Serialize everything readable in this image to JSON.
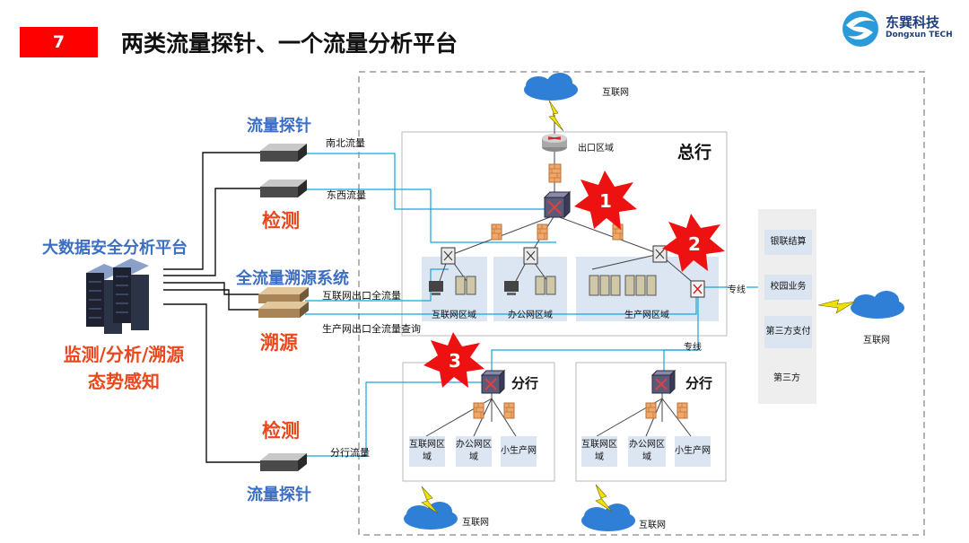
{
  "header": {
    "slide_number": "7",
    "title": "两类流量探针、一个流量分析平台",
    "logo_cn": "东巽科技",
    "logo_en": "Dongxun TECH"
  },
  "left": {
    "probe_label_top": "流量探针",
    "detect_label_top": "检测",
    "platform_label": "大数据安全分析平台",
    "platform_caption_line1": "监测/分析/溯源",
    "platform_caption_line2": "态势感知",
    "trace_system_label": "全流量溯源系统",
    "trace_label": "溯源",
    "detect_label_bottom": "检测",
    "probe_label_bottom": "流量探针"
  },
  "flows": {
    "north_south": "南北流量",
    "east_west": "东西流量",
    "internet_exit": "互联网出口全流量",
    "production_exit": "生产网出口全流量查询",
    "branch_flow": "分行流量"
  },
  "hq": {
    "title": "总行",
    "internet": "互联网",
    "exit_zone": "出口区域",
    "zones": [
      "互联网区域",
      "办公网区域",
      "生产网区域"
    ],
    "dedicated_line_right": "专线",
    "dedicated_line_bottom": "专线"
  },
  "markers": [
    "1",
    "2",
    "3"
  ],
  "external": {
    "items": [
      "银联结算",
      "校园业务",
      "第三方支付",
      "第三方"
    ],
    "internet": "互联网"
  },
  "branches": [
    {
      "title": "分行",
      "zones": [
        "互联网区域",
        "办公网区域",
        "小生产网"
      ],
      "internet": "互联网"
    },
    {
      "title": "分行",
      "zones": [
        "互联网区域",
        "办公网区域",
        "小生产网"
      ],
      "internet": "互联网"
    }
  ],
  "colors": {
    "accent_red": "#ff0000",
    "label_blue": "#3c6ec2",
    "label_orange": "#e8481c",
    "flow_line": "#1aa3d9",
    "zone_fill": "#dce6f2"
  }
}
